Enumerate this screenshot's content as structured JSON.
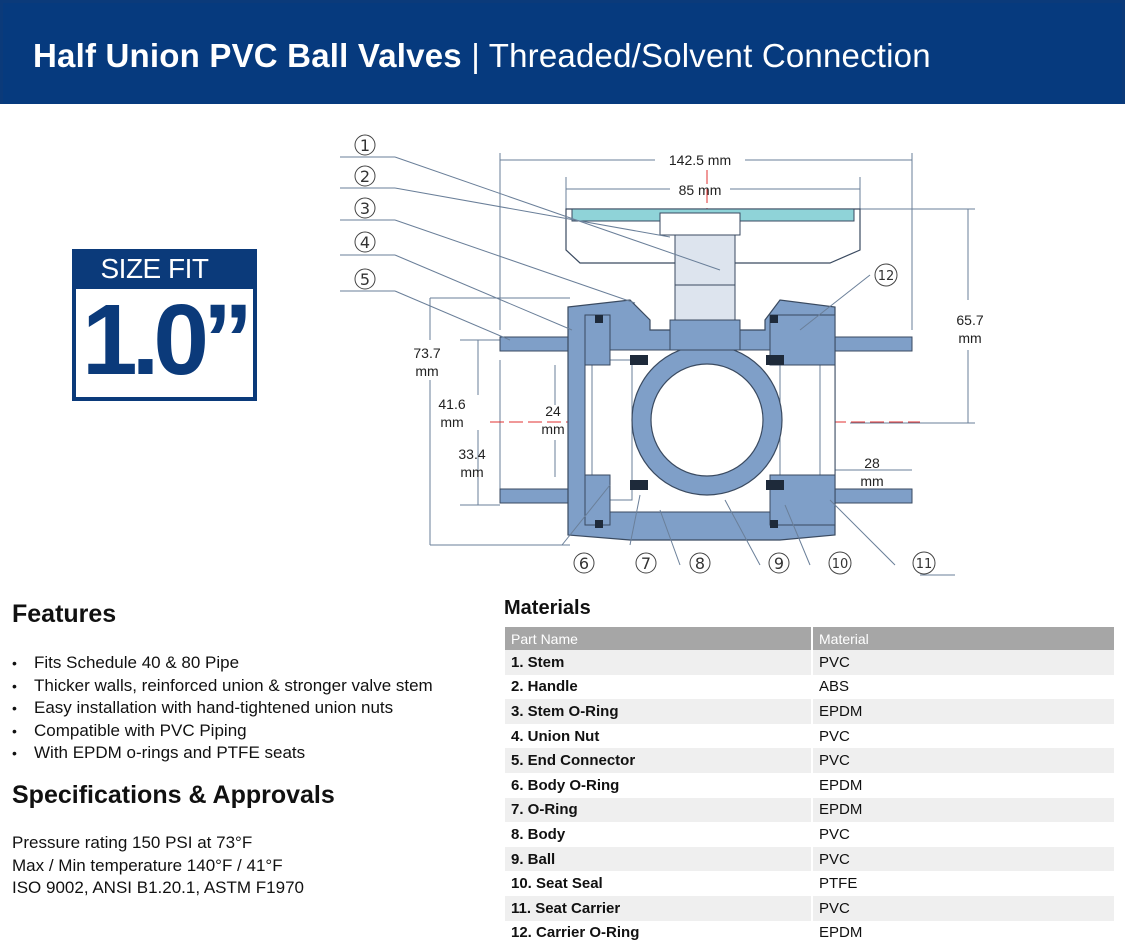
{
  "header": {
    "title_bold": "Half Union PVC Ball Valves",
    "separator": " | ",
    "title_rest": "Threaded/Solvent Connection"
  },
  "size_fit": {
    "label": "SIZE FIT",
    "value": "1.0”"
  },
  "diagram": {
    "callouts": [
      "1",
      "2",
      "3",
      "4",
      "5",
      "6",
      "7",
      "8",
      "9",
      "10",
      "11",
      "12"
    ],
    "dimensions": {
      "overall_length": "142.5 mm",
      "handle_width": "85 mm",
      "overall_height": "73.7",
      "height_to_handle": "65.7",
      "outer_diameter": "41.6",
      "pipe_od": "33.4",
      "bore": "24",
      "socket_depth": "28",
      "unit": "mm"
    }
  },
  "features": {
    "title": "Features",
    "items": [
      "Fits Schedule 40 & 80 Pipe",
      "Thicker walls, reinforced union & stronger valve stem",
      "Easy installation with hand-tightened union nuts",
      "Compatible with PVC Piping",
      "With EPDM o-rings and PTFE seats"
    ]
  },
  "specs": {
    "title": "Specifications & Approvals",
    "lines": [
      "Pressure rating 150 PSI at 73°F",
      "Max / Min temperature 140°F / 41°F",
      "ISO 9002, ANSI B1.20.1, ASTM F1970"
    ]
  },
  "materials": {
    "title": "Materials",
    "headers": [
      "Part Name",
      "Material"
    ],
    "rows": [
      [
        "1. Stem",
        "PVC"
      ],
      [
        "2. Handle",
        "ABS"
      ],
      [
        "3. Stem O-Ring",
        "EPDM"
      ],
      [
        "4. Union Nut",
        "PVC"
      ],
      [
        "5. End Connector",
        "PVC"
      ],
      [
        "6. Body O-Ring",
        "EPDM"
      ],
      [
        "7. O-Ring",
        "EPDM"
      ],
      [
        "8. Body",
        "PVC"
      ],
      [
        "9. Ball",
        "PVC"
      ],
      [
        "10. Seat Seal",
        "PTFE"
      ],
      [
        "11. Seat Carrier",
        "PVC"
      ],
      [
        "12. Carrier O-Ring",
        "EPDM"
      ]
    ]
  },
  "colors": {
    "brand_blue": "#063a7e",
    "body_blue": "#7f9fc8",
    "handle_teal": "#8fd3d8",
    "dim_red": "#e03030",
    "table_header": "#a6a6a6"
  }
}
